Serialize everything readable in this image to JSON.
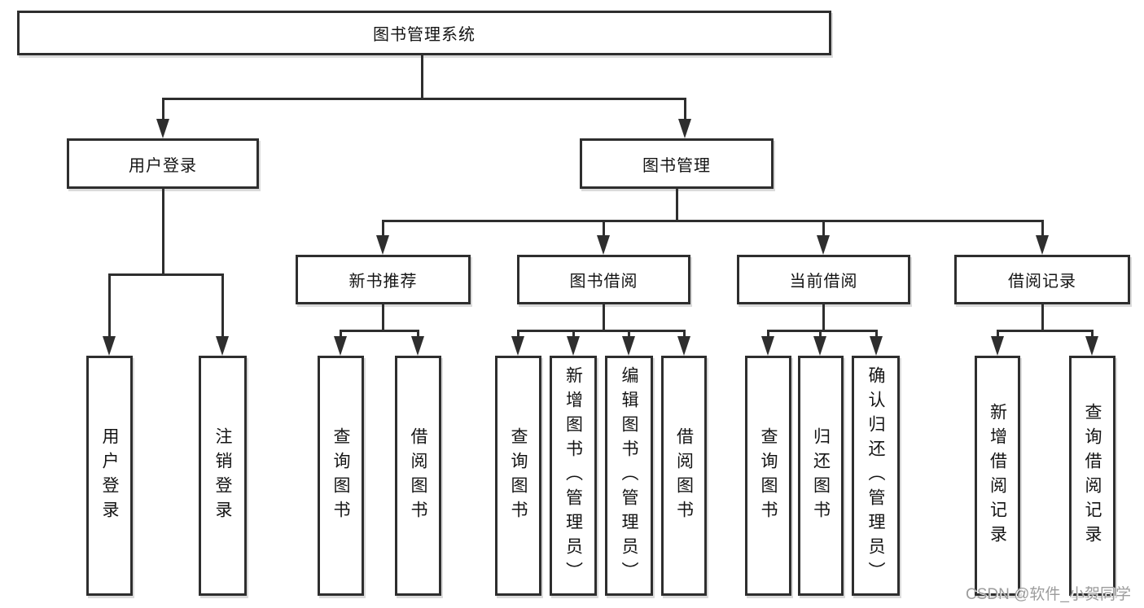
{
  "tree": {
    "root": {
      "label": "图书管理系统"
    },
    "branches": [
      {
        "label": "用户登录",
        "children": [
          {
            "label": "用户登录"
          },
          {
            "label": "注销登录"
          }
        ]
      },
      {
        "label": "图书管理",
        "children": [
          {
            "label": "新书推荐",
            "children": [
              {
                "label": "查询图书"
              },
              {
                "label": "借阅图书"
              }
            ]
          },
          {
            "label": "图书借阅",
            "children": [
              {
                "label": "查询图书"
              },
              {
                "label": "新增图书（管理员）"
              },
              {
                "label": "编辑图书（管理员）"
              },
              {
                "label": "借阅图书"
              }
            ]
          },
          {
            "label": "当前借阅",
            "children": [
              {
                "label": "查询图书"
              },
              {
                "label": "归还图书"
              },
              {
                "label": "确认归还（管理员）"
              }
            ]
          },
          {
            "label": "借阅记录",
            "children": [
              {
                "label": "新增借阅记录"
              },
              {
                "label": "查询借阅记录"
              }
            ]
          }
        ]
      }
    ]
  },
  "watermark": {
    "text": "CSDN @软件_小贺同学"
  },
  "colors": {
    "line": "#2e2e2e",
    "box_fill": "#ffffff",
    "text": "#141414",
    "watermark": "#9c9c9c",
    "background": "#ffffff"
  }
}
